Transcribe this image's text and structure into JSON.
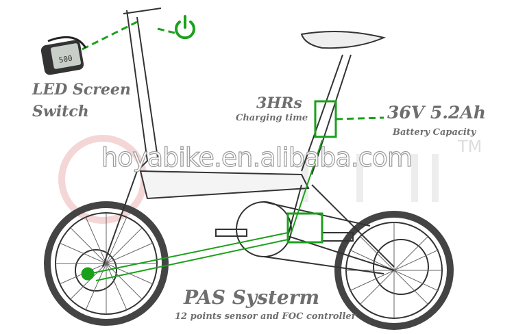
{
  "labels": {
    "led_screen": "LED Screen",
    "switch": "Switch",
    "charging_value": "3HRs",
    "charging_caption": "Charging time",
    "battery_value": "36V 5.2Ah",
    "battery_caption": "Battery Capacity",
    "pas_title": "PAS Systerm",
    "pas_caption": "12 points sensor and FOC controller"
  },
  "watermark": {
    "url": "hoyabike.en.alibaba.com",
    "trademark": "TM"
  },
  "icons": [
    "power-icon",
    "led-display-icon"
  ],
  "colors": {
    "accent": "#1aa11a",
    "label_text": "#6e6e6e",
    "logo_watermark": "#f2c9c9"
  }
}
